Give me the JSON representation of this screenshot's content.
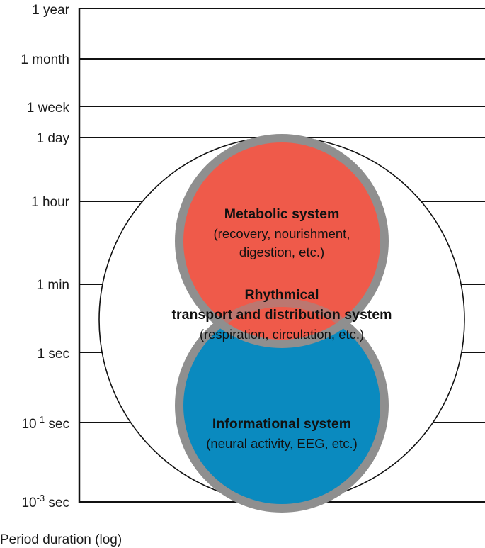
{
  "axis": {
    "title": "Period duration (log)",
    "ticks": [
      {
        "label": "1 year",
        "sup": ""
      },
      {
        "label": "1 month",
        "sup": ""
      },
      {
        "label": "1 week",
        "sup": ""
      },
      {
        "label": "1 day",
        "sup": ""
      },
      {
        "label": "1 hour",
        "sup": ""
      },
      {
        "label": "1 min",
        "sup": ""
      },
      {
        "label": "1 sec",
        "sup": ""
      },
      {
        "base": "10",
        "sup": "-1",
        "unit": " sec"
      },
      {
        "base": "10",
        "sup": "-3",
        "unit": " sec"
      }
    ]
  },
  "systems": {
    "metabolic": {
      "title": "Metabolic system",
      "line1": "(recovery, nourishment,",
      "line2": "digestion, etc.)",
      "color": "#ef5a4a"
    },
    "rhythmical": {
      "title1": "Rhythmical",
      "title2": "transport and distribution system",
      "line1": "(respiration, circulation, etc.)"
    },
    "informational": {
      "title": "Informational system",
      "line1": "(neural activity, EEG, etc.)",
      "color": "#0a8abf"
    },
    "ring_color": "#8f8f8f"
  }
}
